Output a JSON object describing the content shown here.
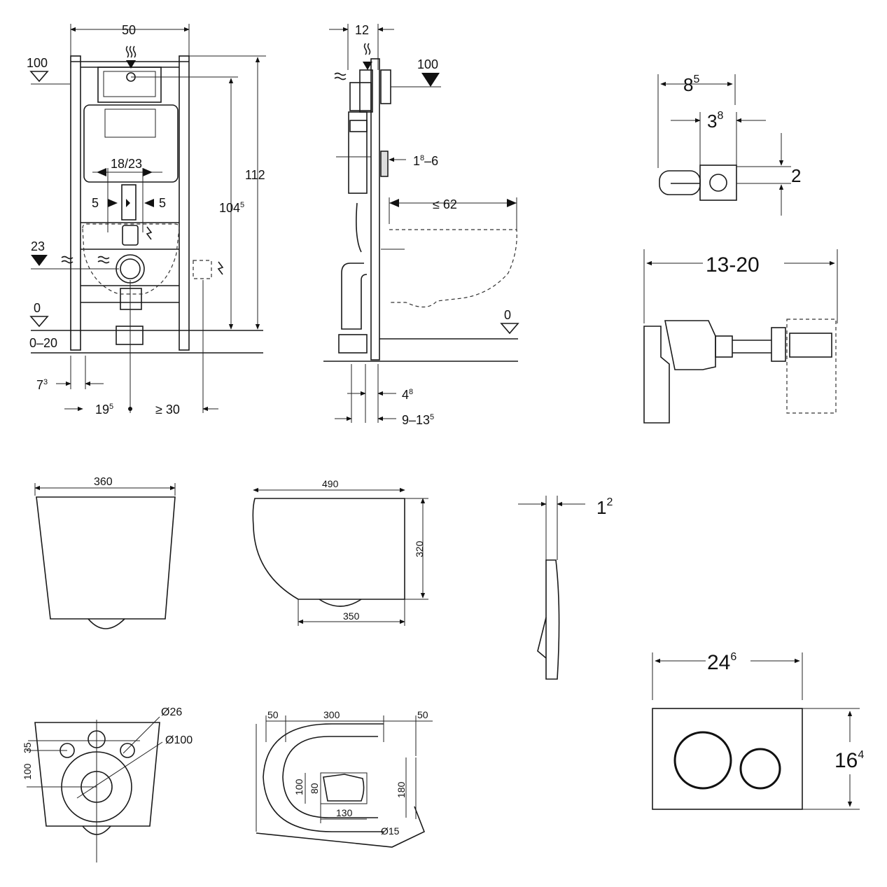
{
  "frame_front": {
    "width": "50",
    "level_100": "100",
    "level_23": "23",
    "level_0": "0",
    "floor_range": "0–20",
    "height_112": "112",
    "height_104_base": "104",
    "height_104_sup": "5",
    "pipe_spacing": "18/23",
    "offset_left": "5",
    "offset_right": "5",
    "dim_7_base": "7",
    "dim_7_sup": "3",
    "dim_19_base": "19",
    "dim_19_sup": "5",
    "dim_min30": "≥ 30"
  },
  "frame_side": {
    "depth_12": "12",
    "level_100": "100",
    "range_18_6_a": "1",
    "range_18_6_sup": "8",
    "range_18_6_b": "–6",
    "max_62": "≤ 62",
    "level_0": "0",
    "dim_4_base": "4",
    "dim_4_sup": "8",
    "dim_9_base": "9–13",
    "dim_9_sup": "5"
  },
  "bracket_detail": {
    "dim_85_base": "8",
    "dim_85_sup": "5",
    "dim_38_base": "3",
    "dim_38_sup": "8",
    "dim_2": "2",
    "range_13_20": "13-20"
  },
  "bowl_front": {
    "width": "360"
  },
  "bowl_side": {
    "length": "490",
    "height": "320",
    "base": "350"
  },
  "plate_side": {
    "dim_base": "1",
    "dim_sup": "2"
  },
  "bowl_bottom": {
    "d26": "Ø26",
    "d100": "Ø100",
    "v35": "35",
    "v100": "100"
  },
  "bowl_top": {
    "d50a": "50",
    "d300": "300",
    "d50b": "50",
    "h100": "100",
    "h80": "80",
    "w130": "130",
    "h180": "180",
    "d15": "Ø15"
  },
  "flush_plate": {
    "w_base": "24",
    "w_sup": "6",
    "h_base": "16",
    "h_sup": "4"
  }
}
